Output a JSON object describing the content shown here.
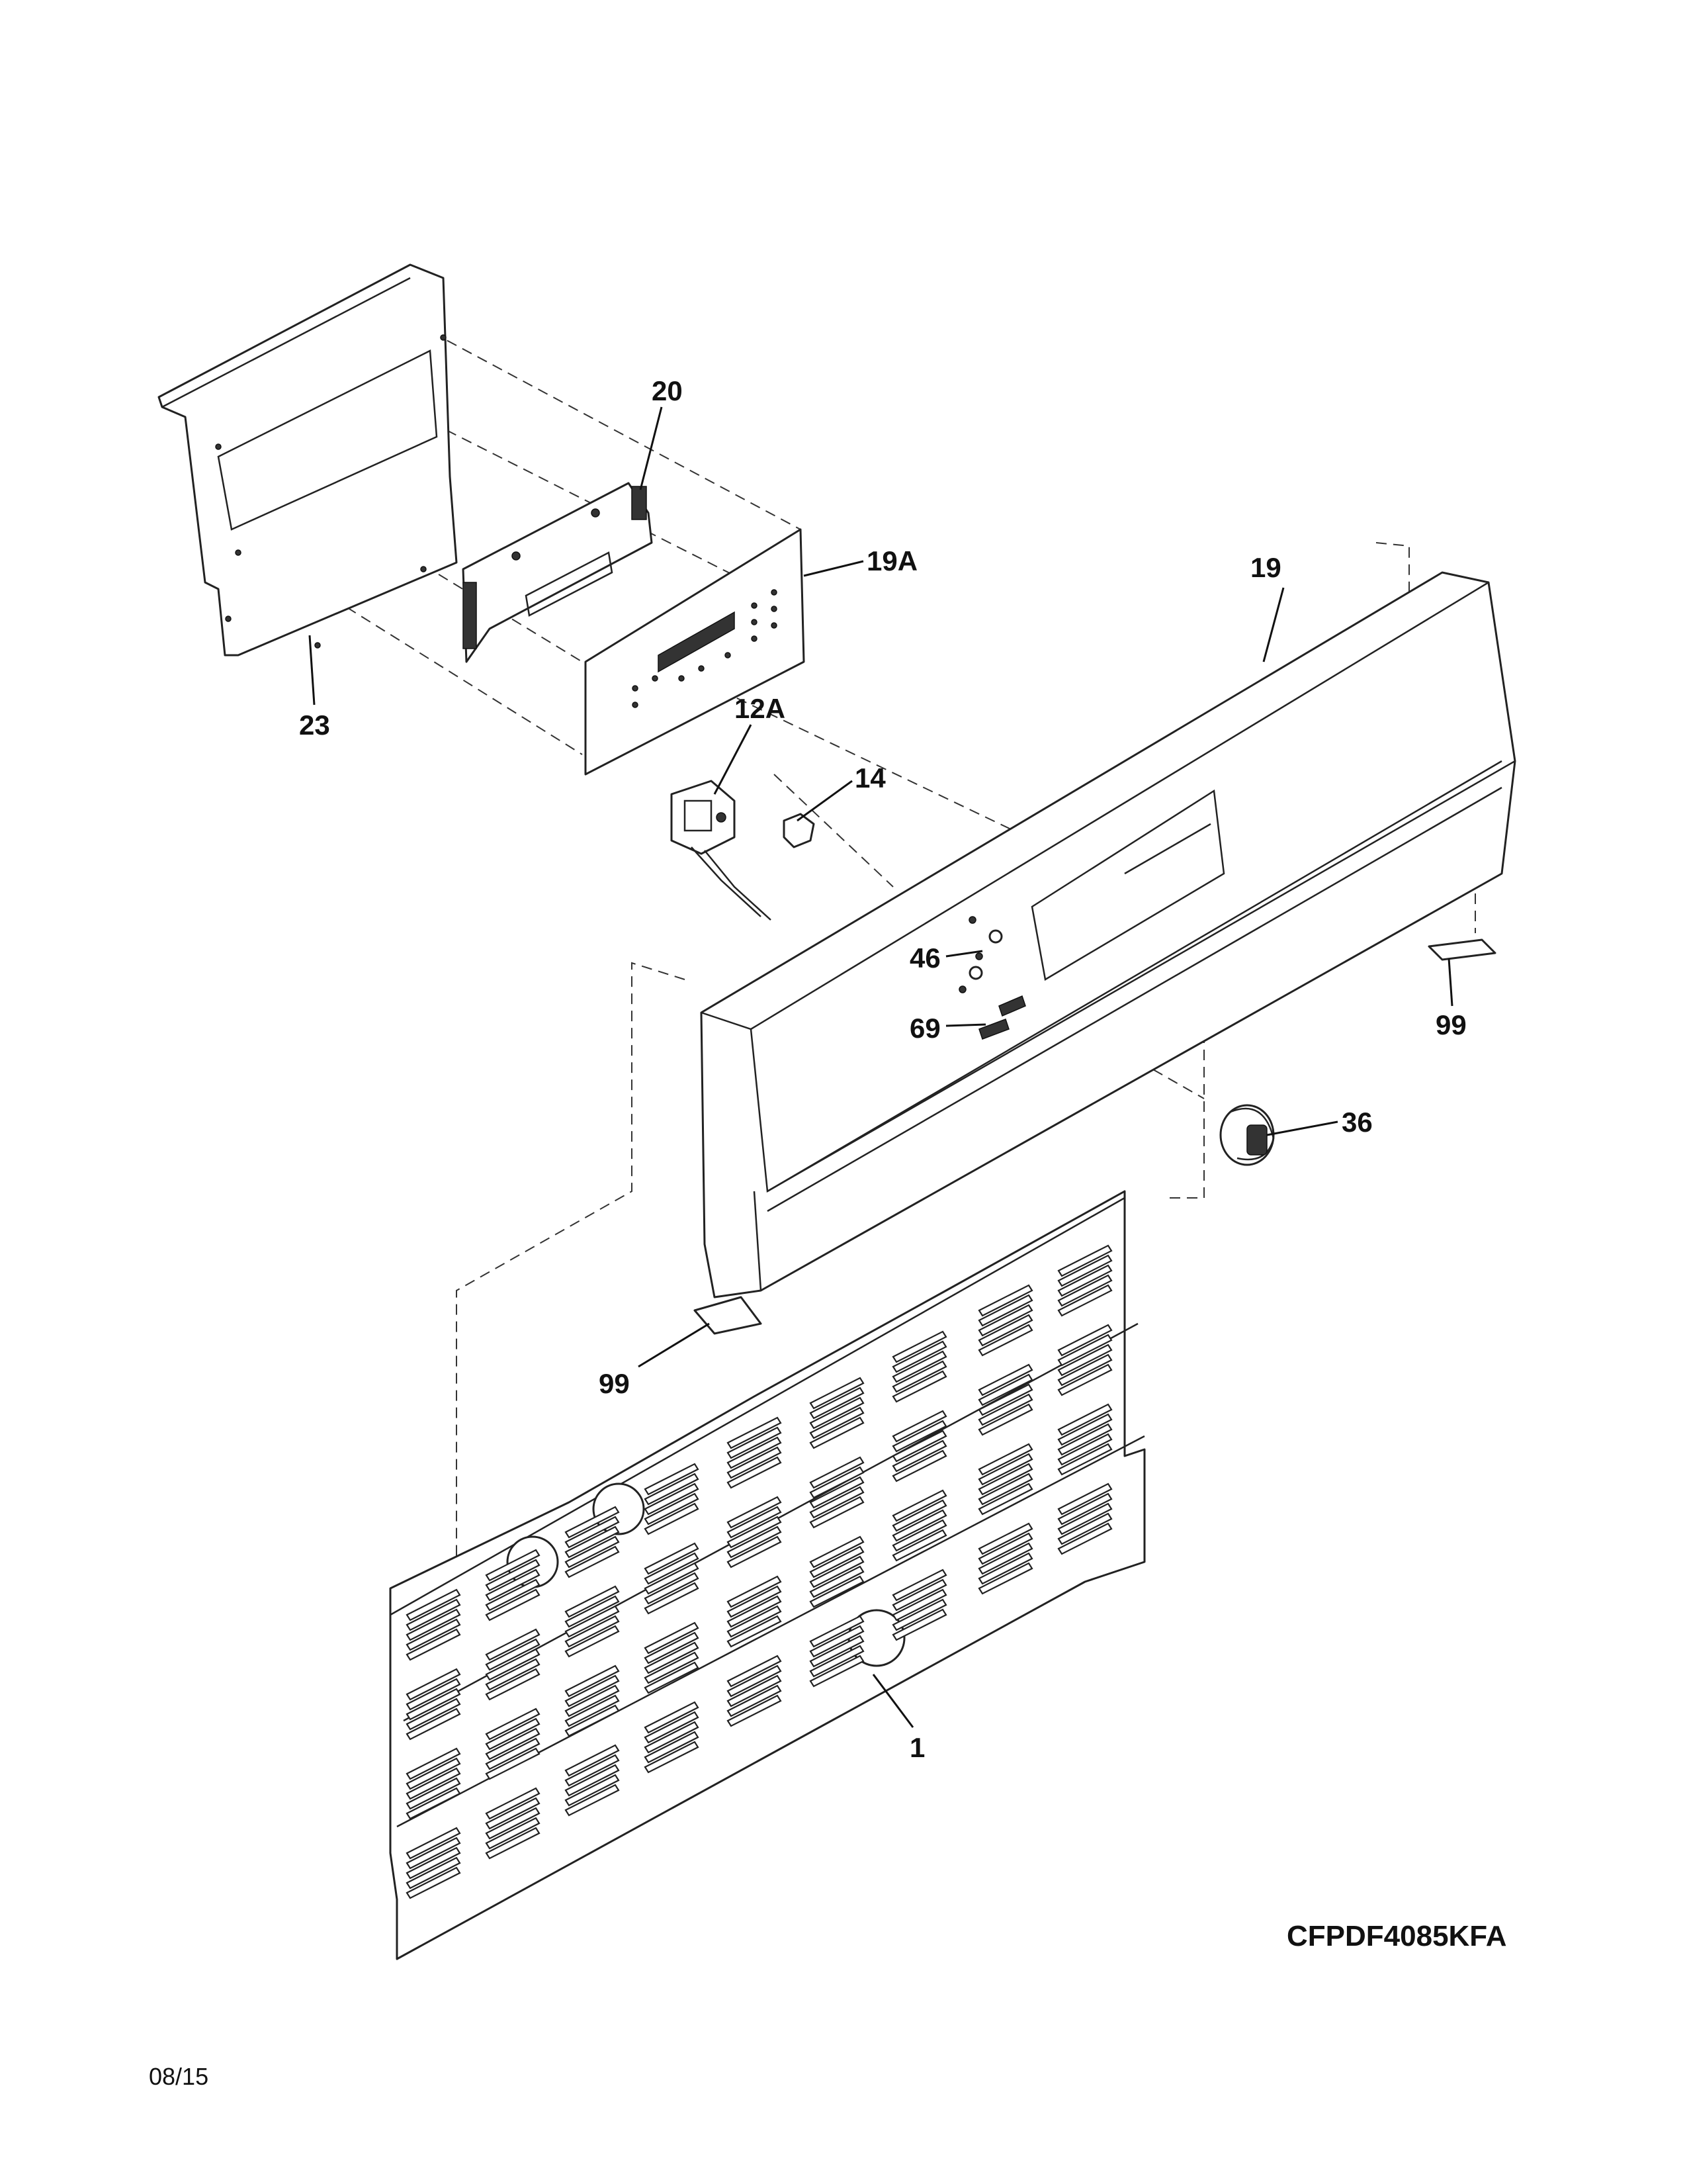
{
  "callouts": {
    "c20": "20",
    "c19A": "19A",
    "c19": "19",
    "c23": "23",
    "c12A": "12A",
    "c14": "14",
    "c46": "46",
    "c69": "69",
    "c99_right": "99",
    "c36": "36",
    "c99_left": "99",
    "c1": "1"
  },
  "model_number": "CFPDF4085KFA",
  "date_code": "08/15"
}
